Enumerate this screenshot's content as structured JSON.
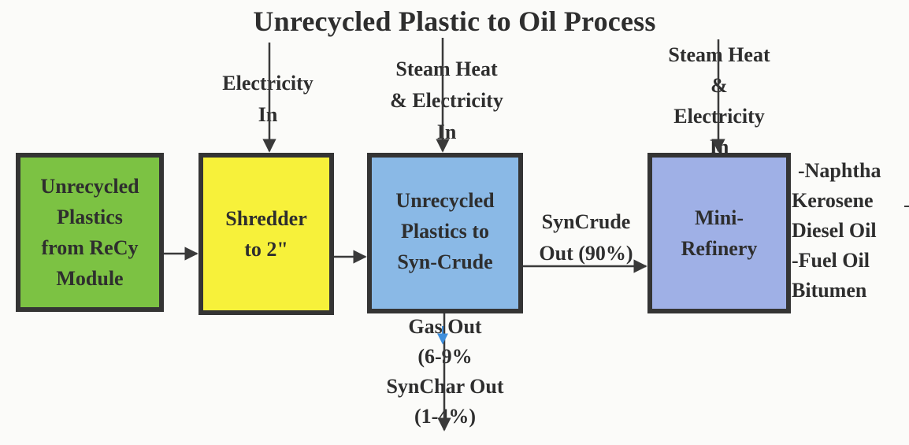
{
  "title": "Unrecycled Plastic to Oil Process",
  "colors": {
    "box_green": "#7cc243",
    "box_yellow": "#f7f13a",
    "box_blue": "#8ab9e6",
    "box_lavender": "#9fb0e6",
    "line": "#3a3a3a"
  },
  "boxes": {
    "recy_module": {
      "lines": [
        "Unrecycled",
        "Plastics",
        "from ReCy",
        "Module"
      ]
    },
    "shredder": {
      "lines": [
        "Shredder",
        "to 2\""
      ]
    },
    "syncrude": {
      "lines": [
        "Unrecycled",
        "Plastics to",
        "Syn-Crude"
      ]
    },
    "refinery": {
      "lines": [
        "Mini-",
        "Refinery"
      ]
    }
  },
  "inputs": {
    "shredder_in": [
      "Electricity",
      "In"
    ],
    "syncrude_in": [
      "Steam Heat",
      "& Electricity",
      "In"
    ],
    "refinery_in": [
      "Steam Heat",
      "&",
      "Electricity",
      "In"
    ]
  },
  "outputs": {
    "syncrude_out": [
      "SynCrude",
      "Out (90%)"
    ],
    "gas_out": [
      "Gas Out",
      "(6-9%",
      "SynChar Out",
      "(1-4%)"
    ],
    "products": [
      "-Naphtha",
      "Kerosene",
      "Diesel Oil",
      "-Fuel Oil",
      "Bitumen"
    ]
  }
}
